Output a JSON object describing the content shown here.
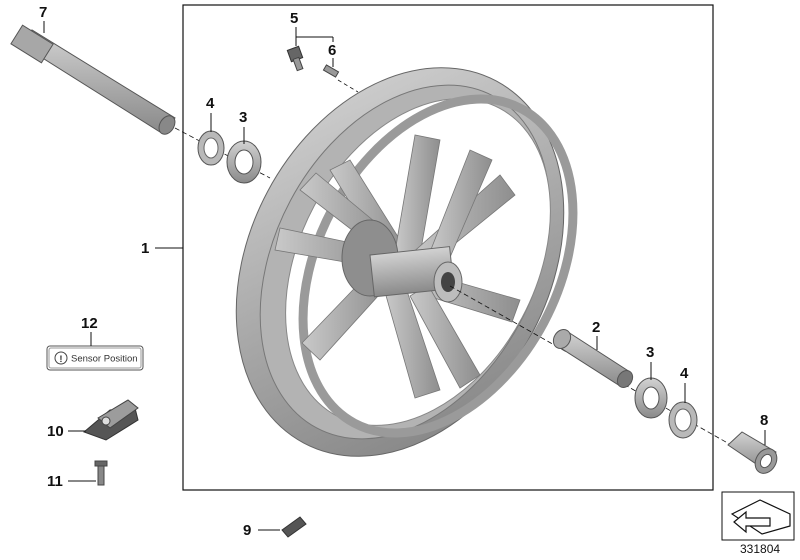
{
  "callouts": {
    "c1": "1",
    "c2": "2",
    "c3a": "3",
    "c3b": "3",
    "c4a": "4",
    "c4b": "4",
    "c5": "5",
    "c6": "6",
    "c7": "7",
    "c8": "8",
    "c9": "9",
    "c10": "10",
    "c11": "11",
    "c12": "12"
  },
  "sensor_label": {
    "icon": "warning-exclamation-icon",
    "text": "Sensor Position"
  },
  "diagram_id": "331804",
  "colors": {
    "wheel_light": "#c6c6c6",
    "wheel_mid": "#9a9a9a",
    "wheel_dark": "#6e6e6e",
    "line": "#111111"
  }
}
